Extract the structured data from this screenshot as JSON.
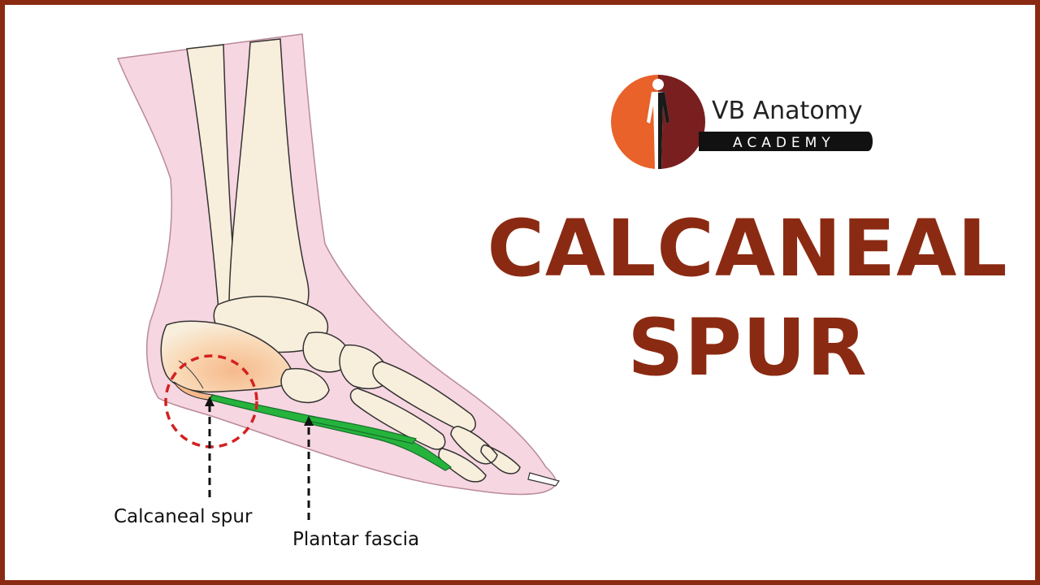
{
  "logo": {
    "brand_name": "VB Anatomy",
    "brand_sub": "ACADEMY",
    "colors": {
      "orange": "#e8622a",
      "maroon": "#7a1f1f",
      "bar": "#111111"
    }
  },
  "title": {
    "line1": "CALCANEAL",
    "line2": "SPUR",
    "color": "#8b2a12"
  },
  "labels": {
    "spur": "Calcaneal spur",
    "fascia": "Plantar fascia"
  },
  "colors": {
    "frame": "#8b2a12",
    "skin": "#f6d6e1",
    "bone": "#f8eedc",
    "fascia": "#26b33c",
    "spur_highlight": "#f7c79a",
    "circle": "#d42020"
  }
}
